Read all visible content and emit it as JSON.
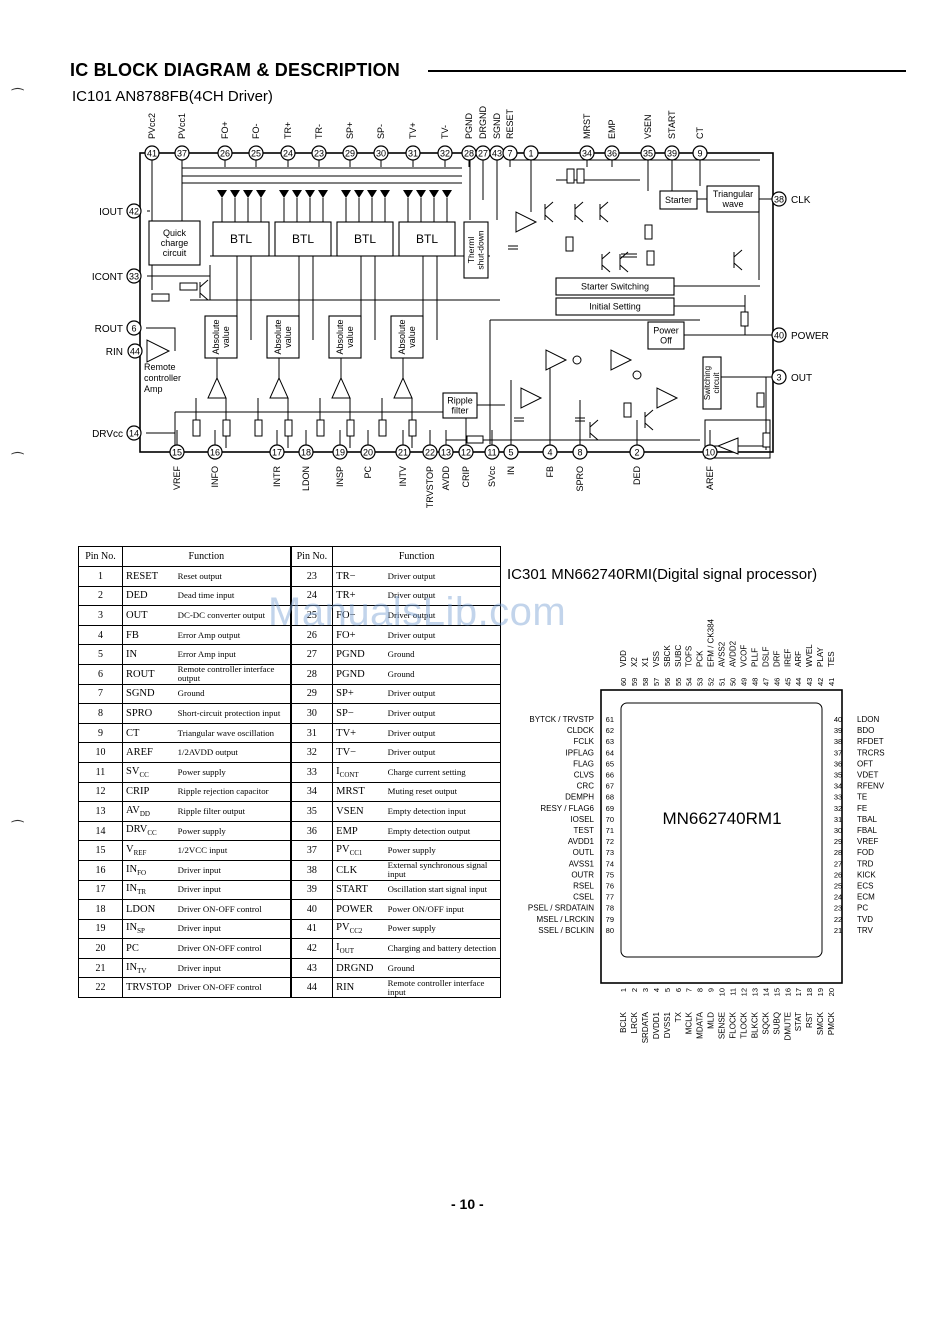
{
  "header": {
    "title": "IC BLOCK DIAGRAM & DESCRIPTION",
    "subtitle": "IC101 AN8788FB(4CH Driver)"
  },
  "block_diagram": {
    "top_pins": [
      {
        "num": "41",
        "label": "PVcc2"
      },
      {
        "num": "37",
        "label": "PVcc1"
      },
      {
        "num": "26",
        "label": "FO+"
      },
      {
        "num": "25",
        "label": "FO-"
      },
      {
        "num": "24",
        "label": "TR+"
      },
      {
        "num": "23",
        "label": "TR-"
      },
      {
        "num": "29",
        "label": "SP+"
      },
      {
        "num": "30",
        "label": "SP-"
      },
      {
        "num": "31",
        "label": "TV+"
      },
      {
        "num": "32",
        "label": "TV-"
      },
      {
        "num": "28",
        "label": "PGND"
      },
      {
        "num": "27",
        "label": "DRGND"
      },
      {
        "num": "43",
        "label": "SGND"
      },
      {
        "num": "7",
        "label": "RESET"
      },
      {
        "num": "1",
        "label": ""
      },
      {
        "num": "34",
        "label": "MRST"
      },
      {
        "num": "36",
        "label": "EMP"
      },
      {
        "num": "35",
        "label": "VSEN"
      },
      {
        "num": "39",
        "label": "START"
      },
      {
        "num": "9",
        "label": "CT"
      }
    ],
    "bottom_pins": [
      {
        "num": "15",
        "label": "VREF"
      },
      {
        "num": "16",
        "label": "INFO"
      },
      {
        "num": "17",
        "label": "INTR"
      },
      {
        "num": "18",
        "label": "LDON"
      },
      {
        "num": "19",
        "label": "INSP"
      },
      {
        "num": "20",
        "label": "PC"
      },
      {
        "num": "21",
        "label": "INTV"
      },
      {
        "num": "22",
        "label": "TRVSTOP"
      },
      {
        "num": "13",
        "label": "AVDD"
      },
      {
        "num": "12",
        "label": "CRIP"
      },
      {
        "num": "11",
        "label": "SVcc"
      },
      {
        "num": "5",
        "label": "IN"
      },
      {
        "num": "4",
        "label": "FB"
      },
      {
        "num": "8",
        "label": "SPRO"
      },
      {
        "num": "2",
        "label": "DED"
      },
      {
        "num": "10",
        "label": "AREF"
      }
    ],
    "left_pins": [
      {
        "num": "42",
        "label": "IOUT"
      },
      {
        "num": "33",
        "label": "ICONT"
      },
      {
        "num": "6",
        "label": "ROUT"
      },
      {
        "num": "44",
        "label": "RIN"
      },
      {
        "num": "14",
        "label": "DRVcc"
      }
    ],
    "right_pins": [
      {
        "num": "38",
        "label": "CLK"
      },
      {
        "num": "40",
        "label": "POWER"
      },
      {
        "num": "3",
        "label": "OUT"
      }
    ],
    "blocks": {
      "btl": "BTL",
      "quick_charge": [
        "Quick",
        "charge",
        "circuit"
      ],
      "absolute_value": [
        "Absolute",
        "value"
      ],
      "thermal": [
        "Therml",
        "shut-down"
      ],
      "starter": "Starter",
      "triangular": [
        "Triangular",
        "wave"
      ],
      "starter_switching": "Starter Switching",
      "initial_setting": "Initial Setting",
      "power_off": [
        "Power",
        "Off"
      ],
      "switching": [
        "Switching",
        "circuit"
      ],
      "ripple": [
        "Ripple",
        "filter"
      ],
      "remote_amp": [
        "Remote",
        "controller",
        "Amp"
      ]
    }
  },
  "pin_table": {
    "headers": [
      "Pin No.",
      "Function",
      "Pin No.",
      "Function"
    ],
    "rows": [
      {
        "n1": "1",
        "name1": "RESET",
        "fn1": "Reset output",
        "n2": "23",
        "name2": "TR−",
        "fn2": "Driver output"
      },
      {
        "n1": "2",
        "name1": "DED",
        "fn1": "Dead time input",
        "n2": "24",
        "name2": "TR+",
        "fn2": "Driver output"
      },
      {
        "n1": "3",
        "name1": "OUT",
        "fn1": "DC-DC converter output",
        "n2": "25",
        "name2": "FO−",
        "fn2": "Driver output"
      },
      {
        "n1": "4",
        "name1": "FB",
        "fn1": "Error Amp output",
        "n2": "26",
        "name2": "FO+",
        "fn2": "Driver output"
      },
      {
        "n1": "5",
        "name1": "IN",
        "fn1": "Error Amp input",
        "n2": "27",
        "name2": "PGND",
        "fn2": "Ground"
      },
      {
        "n1": "6",
        "name1": "ROUT",
        "fn1": "Remote controller interface output",
        "n2": "28",
        "name2": "PGND",
        "fn2": "Ground"
      },
      {
        "n1": "7",
        "name1": "SGND",
        "fn1": "Ground",
        "n2": "29",
        "name2": "SP+",
        "fn2": "Driver output"
      },
      {
        "n1": "8",
        "name1": "SPRO",
        "fn1": "Short-circuit protection input",
        "n2": "30",
        "name2": "SP−",
        "fn2": "Driver output"
      },
      {
        "n1": "9",
        "name1": "CT",
        "fn1": "Triangular wave oscillation",
        "n2": "31",
        "name2": "TV+",
        "fn2": "Driver output"
      },
      {
        "n1": "10",
        "name1": "AREF",
        "fn1": "1/2AVDD output",
        "n2": "32",
        "name2": "TV−",
        "fn2": "Driver output"
      },
      {
        "n1": "11",
        "name1": "SVCC",
        "fn1": "Power supply",
        "n2": "33",
        "name2": "ICONT",
        "fn2": "Charge current setting"
      },
      {
        "n1": "12",
        "name1": "CRIP",
        "fn1": "Ripple rejection capacitor",
        "n2": "34",
        "name2": "MRST",
        "fn2": "Muting reset output"
      },
      {
        "n1": "13",
        "name1": "AVDD",
        "fn1": "Ripple filter output",
        "n2": "35",
        "name2": "VSEN",
        "fn2": "Empty detection input"
      },
      {
        "n1": "14",
        "name1": "DRVCC",
        "fn1": "Power supply",
        "n2": "36",
        "name2": "EMP",
        "fn2": "Empty detection output"
      },
      {
        "n1": "15",
        "name1": "VREF",
        "fn1": "1/2VCC input",
        "n2": "37",
        "name2": "PVCC1",
        "fn2": "Power supply"
      },
      {
        "n1": "16",
        "name1": "INFO",
        "fn1": "Driver input",
        "n2": "38",
        "name2": "CLK",
        "fn2": "External synchronous signal input"
      },
      {
        "n1": "17",
        "name1": "INTR",
        "fn1": "Driver input",
        "n2": "39",
        "name2": "START",
        "fn2": "Oscillation start signal input"
      },
      {
        "n1": "18",
        "name1": "LDON",
        "fn1": "Driver ON-OFF control",
        "n2": "40",
        "name2": "POWER",
        "fn2": "Power ON/OFF input"
      },
      {
        "n1": "19",
        "name1": "INSP",
        "fn1": "Driver input",
        "n2": "41",
        "name2": "PVCC2",
        "fn2": "Power supply"
      },
      {
        "n1": "20",
        "name1": "PC",
        "fn1": "Driver ON-OFF control",
        "n2": "42",
        "name2": "IOUT",
        "fn2": "Charging and battery detection"
      },
      {
        "n1": "21",
        "name1": "INTV",
        "fn1": "Driver input",
        "n2": "43",
        "name2": "DRGND",
        "fn2": "Ground"
      },
      {
        "n1": "22",
        "name1": "TRVSTOP",
        "fn1": "Driver ON-OFF control",
        "n2": "44",
        "name2": "RIN",
        "fn2": "Remote controller interface input"
      }
    ]
  },
  "dsp": {
    "title": "IC301 MN662740RMI(Digital signal processor)",
    "chip_label": "MN662740RM1",
    "top_pins": [
      {
        "num": "60",
        "label": "VDD"
      },
      {
        "num": "59",
        "label": "X2"
      },
      {
        "num": "58",
        "label": "X1"
      },
      {
        "num": "57",
        "label": "VSS"
      },
      {
        "num": "56",
        "label": "SBCK"
      },
      {
        "num": "55",
        "label": "SUBC"
      },
      {
        "num": "54",
        "label": "TOFS"
      },
      {
        "num": "53",
        "label": "PCK"
      },
      {
        "num": "52",
        "label": "EFM / CK384"
      },
      {
        "num": "51",
        "label": "AVSS2"
      },
      {
        "num": "50",
        "label": "AVDD2"
      },
      {
        "num": "49",
        "label": "VCOF"
      },
      {
        "num": "48",
        "label": "PLLF"
      },
      {
        "num": "47",
        "label": "DSLF"
      },
      {
        "num": "46",
        "label": "DRF"
      },
      {
        "num": "45",
        "label": "IREF"
      },
      {
        "num": "44",
        "label": "ARF"
      },
      {
        "num": "43",
        "label": "WVEL"
      },
      {
        "num": "42",
        "label": "PLAY"
      },
      {
        "num": "41",
        "label": "TES"
      }
    ],
    "left_pins": [
      {
        "num": "61",
        "label": "BYTCK / TRVSTP"
      },
      {
        "num": "62",
        "label": "CLDCK"
      },
      {
        "num": "63",
        "label": "FCLK"
      },
      {
        "num": "64",
        "label": "IPFLAG"
      },
      {
        "num": "65",
        "label": "FLAG"
      },
      {
        "num": "66",
        "label": "CLVS"
      },
      {
        "num": "67",
        "label": "CRC"
      },
      {
        "num": "68",
        "label": "DEMPH"
      },
      {
        "num": "69",
        "label": "RESY / FLAG6"
      },
      {
        "num": "70",
        "label": "IOSEL"
      },
      {
        "num": "71",
        "label": "TEST"
      },
      {
        "num": "72",
        "label": "AVDD1"
      },
      {
        "num": "73",
        "label": "OUTL"
      },
      {
        "num": "74",
        "label": "AVSS1"
      },
      {
        "num": "75",
        "label": "OUTR"
      },
      {
        "num": "76",
        "label": "RSEL"
      },
      {
        "num": "77",
        "label": "CSEL"
      },
      {
        "num": "78",
        "label": "PSEL / SRDATAIN"
      },
      {
        "num": "79",
        "label": "MSEL / LRCKIN"
      },
      {
        "num": "80",
        "label": "SSEL / BCLKIN"
      }
    ],
    "right_pins": [
      {
        "num": "40",
        "label": "LDON"
      },
      {
        "num": "39",
        "label": "BDO"
      },
      {
        "num": "38",
        "label": "RFDET"
      },
      {
        "num": "37",
        "label": "TRCRS"
      },
      {
        "num": "36",
        "label": "OFT"
      },
      {
        "num": "35",
        "label": "VDET"
      },
      {
        "num": "34",
        "label": "RFENV"
      },
      {
        "num": "33",
        "label": "TE"
      },
      {
        "num": "32",
        "label": "FE"
      },
      {
        "num": "31",
        "label": "TBAL"
      },
      {
        "num": "30",
        "label": "FBAL"
      },
      {
        "num": "29",
        "label": "VREF"
      },
      {
        "num": "28",
        "label": "FOD"
      },
      {
        "num": "27",
        "label": "TRD"
      },
      {
        "num": "26",
        "label": "KICK"
      },
      {
        "num": "25",
        "label": "ECS"
      },
      {
        "num": "24",
        "label": "ECM"
      },
      {
        "num": "23",
        "label": "PC"
      },
      {
        "num": "22",
        "label": "TVD"
      },
      {
        "num": "21",
        "label": "TRV"
      }
    ],
    "bottom_pins": [
      {
        "num": "1",
        "label": "BCLK"
      },
      {
        "num": "2",
        "label": "LRCK"
      },
      {
        "num": "3",
        "label": "SRDATA"
      },
      {
        "num": "4",
        "label": "DVDD1"
      },
      {
        "num": "5",
        "label": "DVSS1"
      },
      {
        "num": "6",
        "label": "TX"
      },
      {
        "num": "7",
        "label": "MCLK"
      },
      {
        "num": "8",
        "label": "MDATA"
      },
      {
        "num": "9",
        "label": "MLD"
      },
      {
        "num": "10",
        "label": "SENSE"
      },
      {
        "num": "11",
        "label": "FLOCK"
      },
      {
        "num": "12",
        "label": "TLOCK"
      },
      {
        "num": "13",
        "label": "BLKCK"
      },
      {
        "num": "14",
        "label": "SQCK"
      },
      {
        "num": "15",
        "label": "SUBQ"
      },
      {
        "num": "16",
        "label": "DMUTE"
      },
      {
        "num": "17",
        "label": "STAT"
      },
      {
        "num": "18",
        "label": "RST"
      },
      {
        "num": "19",
        "label": "SMCK"
      },
      {
        "num": "20",
        "label": "PMCK"
      }
    ]
  },
  "watermark": "ManualsLib.com",
  "page_number": "- 10 -"
}
